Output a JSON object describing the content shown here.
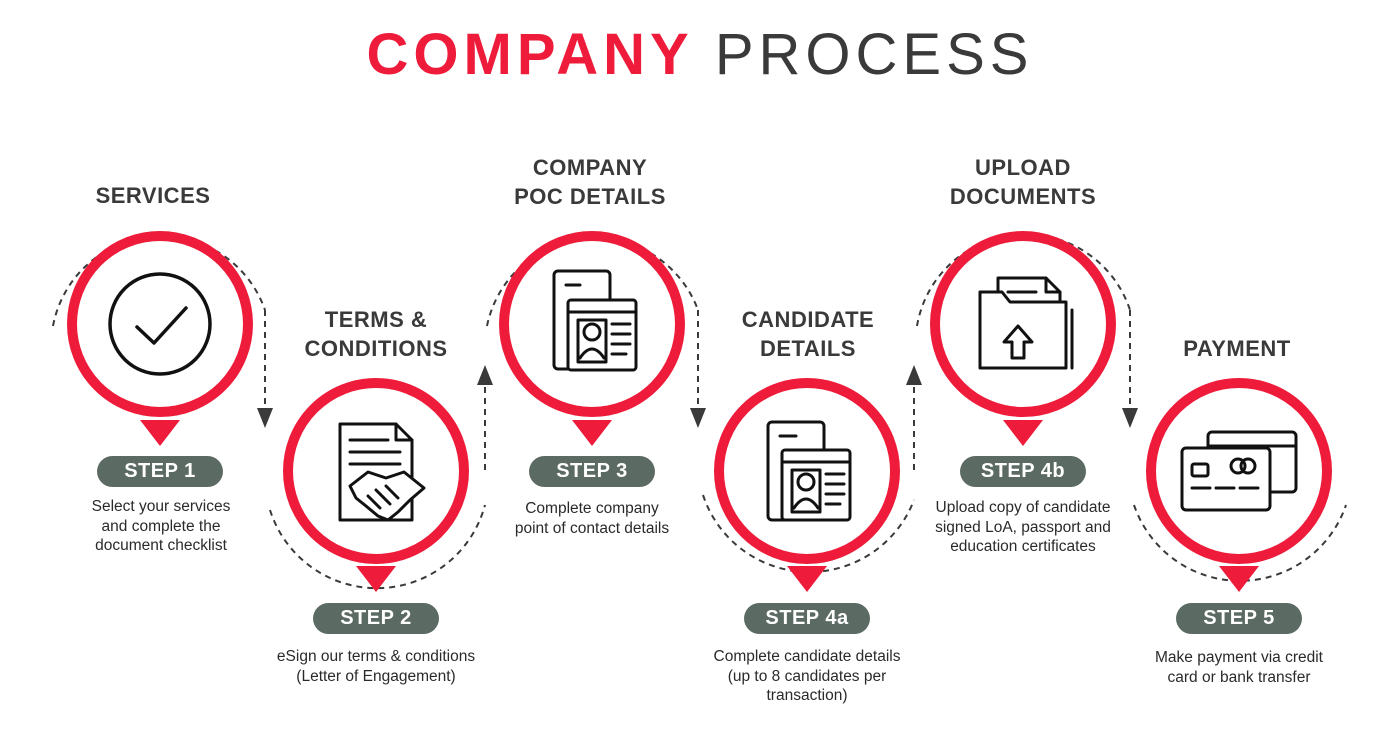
{
  "title": {
    "part1": "COMPANY",
    "part2": "PROCESS"
  },
  "colors": {
    "accent": "#ee1c3a",
    "badge": "#5b6b63",
    "dark": "#3a3a3a"
  },
  "steps": [
    {
      "heading": [
        "SERVICES"
      ],
      "badge": "STEP 1",
      "description": [
        "Select your services",
        "and complete the",
        "document checklist"
      ],
      "icon": "check-circle-icon"
    },
    {
      "heading": [
        "TERMS &",
        "CONDITIONS"
      ],
      "badge": "STEP 2",
      "description": [
        "eSign our terms & conditions",
        "(Letter of Engagement)"
      ],
      "icon": "handshake-document-icon"
    },
    {
      "heading": [
        "COMPANY",
        "POC DETAILS"
      ],
      "badge": "STEP 3",
      "description": [
        "Complete company",
        "point of contact details"
      ],
      "icon": "contact-profile-icon"
    },
    {
      "heading": [
        "CANDIDATE",
        "DETAILS"
      ],
      "badge": "STEP 4a",
      "description": [
        "Complete candidate details",
        "(up to 8 candidates per",
        "transaction)"
      ],
      "icon": "candidate-profile-icon"
    },
    {
      "heading": [
        "UPLOAD",
        "DOCUMENTS"
      ],
      "badge": "STEP 4b",
      "description": [
        "Upload copy of candidate",
        "signed LoA, passport and",
        "education certificates"
      ],
      "icon": "upload-folder-icon"
    },
    {
      "heading": [
        "PAYMENT"
      ],
      "badge": "STEP 5",
      "description": [
        "Make payment via credit",
        "card or bank transfer"
      ],
      "icon": "credit-card-icon"
    }
  ]
}
